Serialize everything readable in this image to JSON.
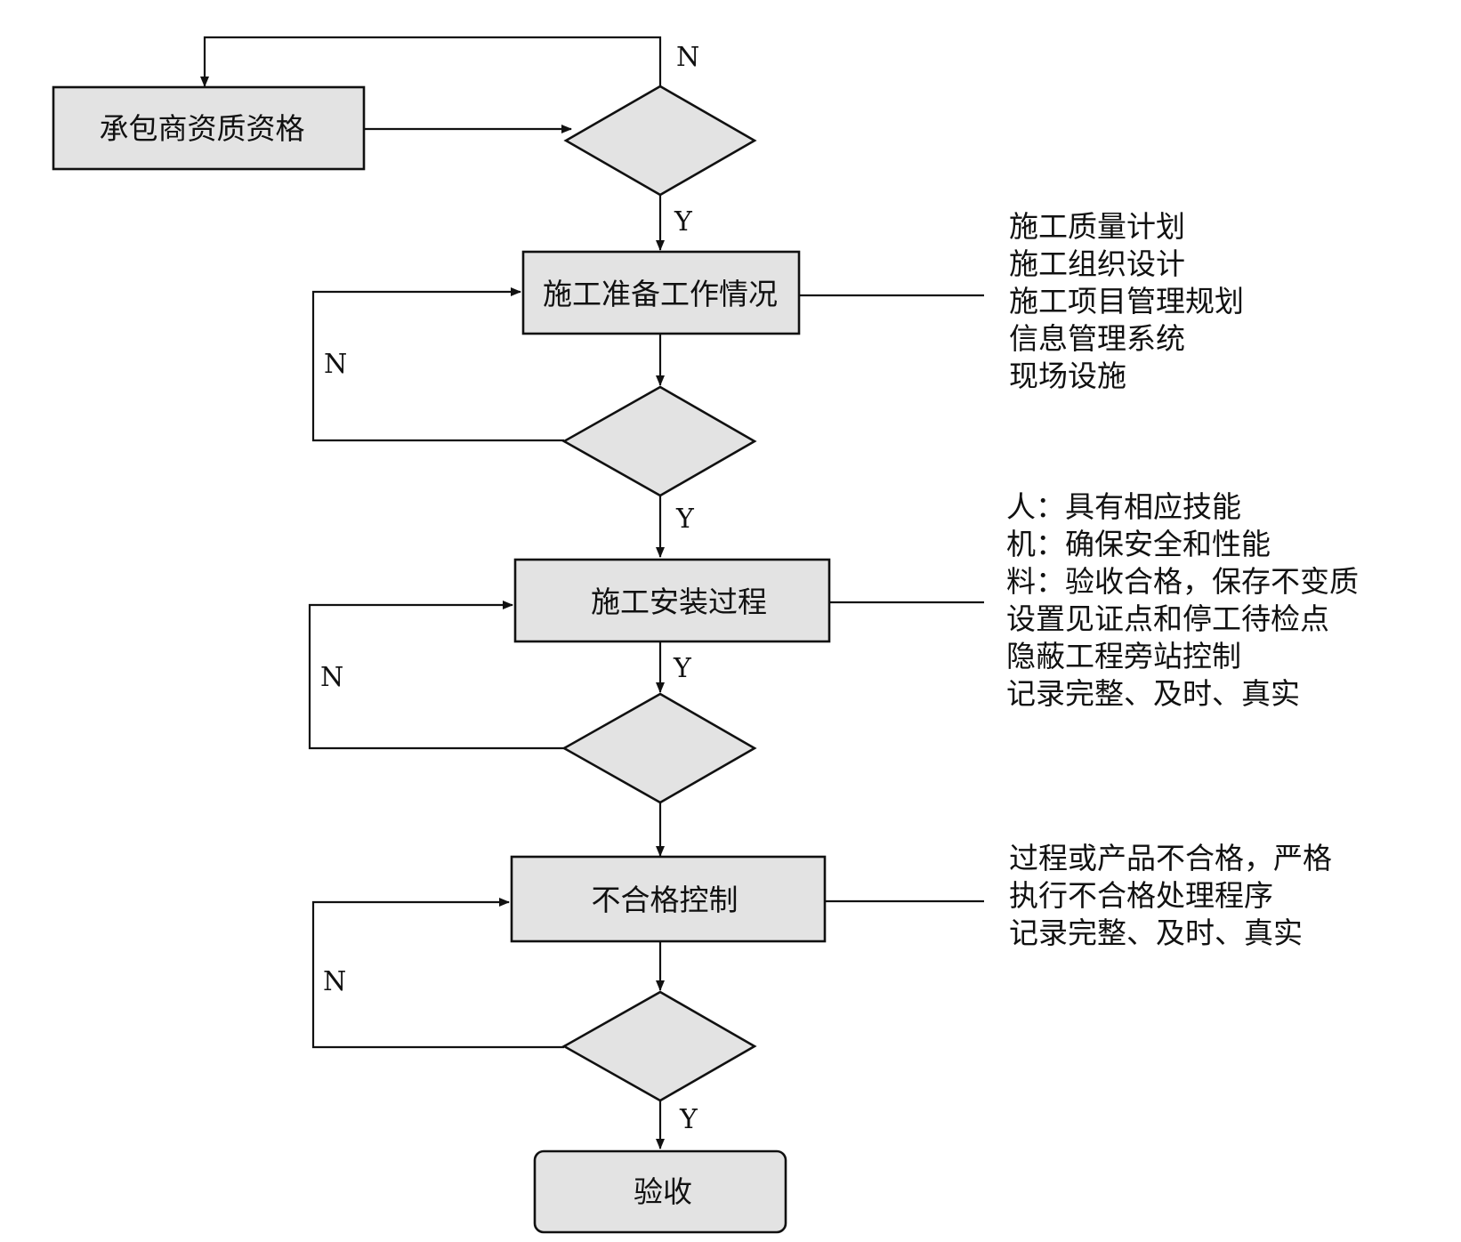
{
  "boxes": {
    "qualification": "承包商资质资格",
    "preparation": "施工准备工作情况",
    "installation": "施工安装过程",
    "nonconformance": "不合格控制",
    "acceptance": "验收"
  },
  "decision_labels": {
    "top_no": "N",
    "top_yes": "Y",
    "prep_no": "N",
    "prep_yes": "Y",
    "install_no": "N",
    "install_yes": "Y",
    "nonconf_no": "N",
    "nonconf_yes": "Y"
  },
  "notes": {
    "preparation": [
      "施工质量计划",
      "施工组织设计",
      "施工项目管理规划",
      "信息管理系统",
      "现场设施"
    ],
    "installation": [
      "人：具有相应技能",
      "机：确保安全和性能",
      "料：验收合格，保存不变质",
      "设置见证点和停工待检点",
      "隐蔽工程旁站控制",
      "记录完整、及时、真实"
    ],
    "nonconformance": [
      "过程或产品不合格，严格",
      "执行不合格处理程序",
      "记录完整、及时、真实"
    ]
  }
}
